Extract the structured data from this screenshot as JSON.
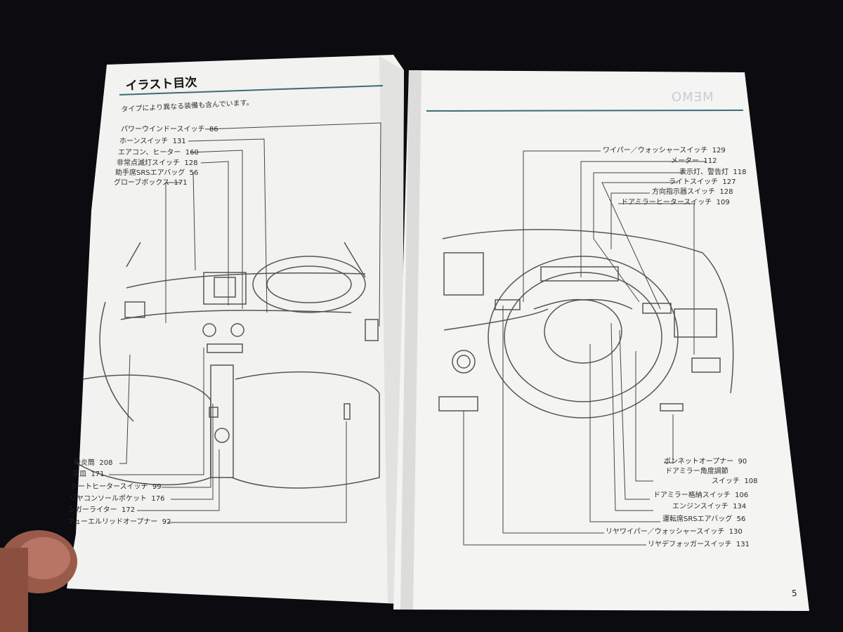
{
  "left_page": {
    "title": "イラスト目次",
    "note": "タイプにより異なる装備も含んでいます。",
    "callouts_top": [
      {
        "label": "パワーウインドースイッチ",
        "page": "86"
      },
      {
        "label": "ホーンスイッチ",
        "page": "131"
      },
      {
        "label": "エアコン、ヒーター",
        "page": "160"
      },
      {
        "label": "非常点滅灯スイッチ",
        "page": "128"
      },
      {
        "label": "助手席SRSエアバッグ",
        "page": "56"
      },
      {
        "label": "グローブボックス",
        "page": "171"
      }
    ],
    "callouts_bottom": [
      {
        "label": "発炎筒",
        "page": "208"
      },
      {
        "label": "灰皿",
        "page": "171"
      },
      {
        "label": "シートヒータースイッチ",
        "page": "99"
      },
      {
        "label": "リヤコンソールポケット",
        "page": "176"
      },
      {
        "label": "シガーライター",
        "page": "172"
      },
      {
        "label": "フューエルリッドオープナー",
        "page": "92"
      }
    ]
  },
  "right_page": {
    "ghost_text": "MEMO",
    "callouts_top": [
      {
        "label": "ワイパー／ウォッシャースイッチ",
        "page": "129"
      },
      {
        "label": "メーター",
        "page": "112"
      },
      {
        "label": "表示灯、警告灯",
        "page": "118"
      },
      {
        "label": "ライトスイッチ",
        "page": "127"
      },
      {
        "label": "方向指示器スイッチ",
        "page": "128"
      },
      {
        "label": "ドアミラーヒータースイッチ",
        "page": "109"
      }
    ],
    "callouts_bottom": [
      {
        "label": "ボンネットオープナー",
        "page": "90"
      },
      {
        "label": "ドアミラー角度調節",
        "page": ""
      },
      {
        "label": "スイッチ",
        "page": "108"
      },
      {
        "label": "ドアミラー格納スイッチ",
        "page": "106"
      },
      {
        "label": "エンジンスイッチ",
        "page": "134"
      },
      {
        "label": "運転席SRSエアバッグ",
        "page": "56"
      },
      {
        "label": "リヤワイパー／ウォッシャースイッチ",
        "page": "130"
      },
      {
        "label": "リヤデフォッガースイッチ",
        "page": "131"
      }
    ],
    "page_number": "5"
  },
  "colors": {
    "background": "#0b0b10",
    "paper": "#f3f3f1",
    "rule": "#3d6a7a",
    "line": "#444444"
  }
}
